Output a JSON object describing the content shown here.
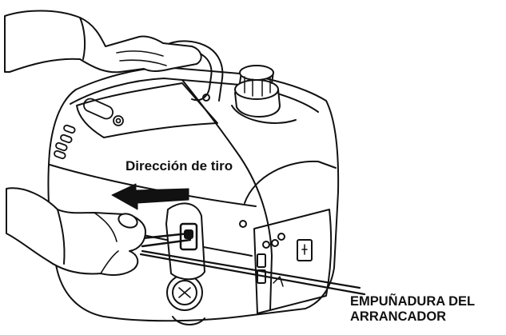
{
  "diagram": {
    "pull_direction_label": "Dirección de tiro",
    "starter_grip_label": {
      "line1": "EMPUÑADURA DEL",
      "line2": "ARRANCADOR"
    }
  },
  "colors": {
    "line": "#111111",
    "fill": "#ffffff",
    "arrow": "#111111"
  }
}
